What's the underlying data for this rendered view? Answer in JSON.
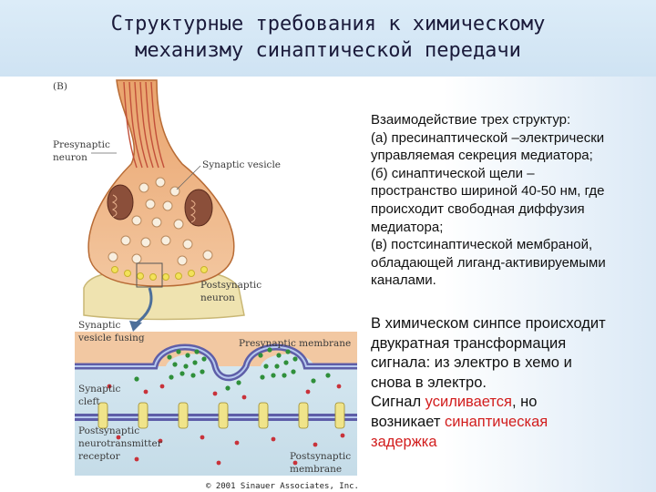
{
  "slide": {
    "title_line1": "Структурные требования к химическому",
    "title_line2": "механизму синаптической передачи"
  },
  "figure": {
    "panel_letter": "(B)",
    "labels": {
      "presynaptic_neuron_1": "Presynaptic",
      "presynaptic_neuron_2": "neuron",
      "synaptic_vesicle": "Synaptic vesicle",
      "postsynaptic_neuron_1": "Postsynaptic",
      "postsynaptic_neuron_2": "neuron",
      "vesicle_fusing_1": "Synaptic",
      "vesicle_fusing_2": "vesicle fusing",
      "presynaptic_membrane": "Presynaptic membrane",
      "synaptic_cleft_1": "Synaptic",
      "synaptic_cleft_2": "cleft",
      "receptor_1": "Postsynaptic",
      "receptor_2": "neurotransmitter",
      "receptor_3": "receptor",
      "postsynaptic_membrane_1": "Postsynaptic",
      "postsynaptic_membrane_2": "membrane"
    },
    "copyright": "© 2001 Sinauer Associates, Inc."
  },
  "text1": {
    "l1": "Взаимодействие трех структур:",
    "l2": "(а) пресинаптической –электрически",
    "l3": "управляемая секреция медиатора;",
    "l4": "(б) синаптической щели –",
    "l5": "пространство шириной 40-50 нм, где",
    "l6": "происходит свободная диффузия",
    "l7": "медиатора;",
    "l8": "(в) постсинаптической мембраной,",
    "l9": "обладающей лиганд-активируемыми",
    "l10": "каналами."
  },
  "text2": {
    "l1": "В химическом синпсе происходит",
    "l2": "двукратная трансформация",
    "l3": "сигнала: из электро в хемо и",
    "l4": "снова в электро.",
    "l5a": "Сигнал ",
    "l5b": "усиливается",
    "l5c": ", но",
    "l6a": "возникает ",
    "l6b": "синаптическая",
    "l7": "задержка"
  },
  "colors": {
    "highlight": "#d21d1d",
    "title_band": "#cfe3f3",
    "terminal": "#e8a06a",
    "postsynaptic": "#efe3b0",
    "vesicle_green": "#2f8f3a"
  }
}
